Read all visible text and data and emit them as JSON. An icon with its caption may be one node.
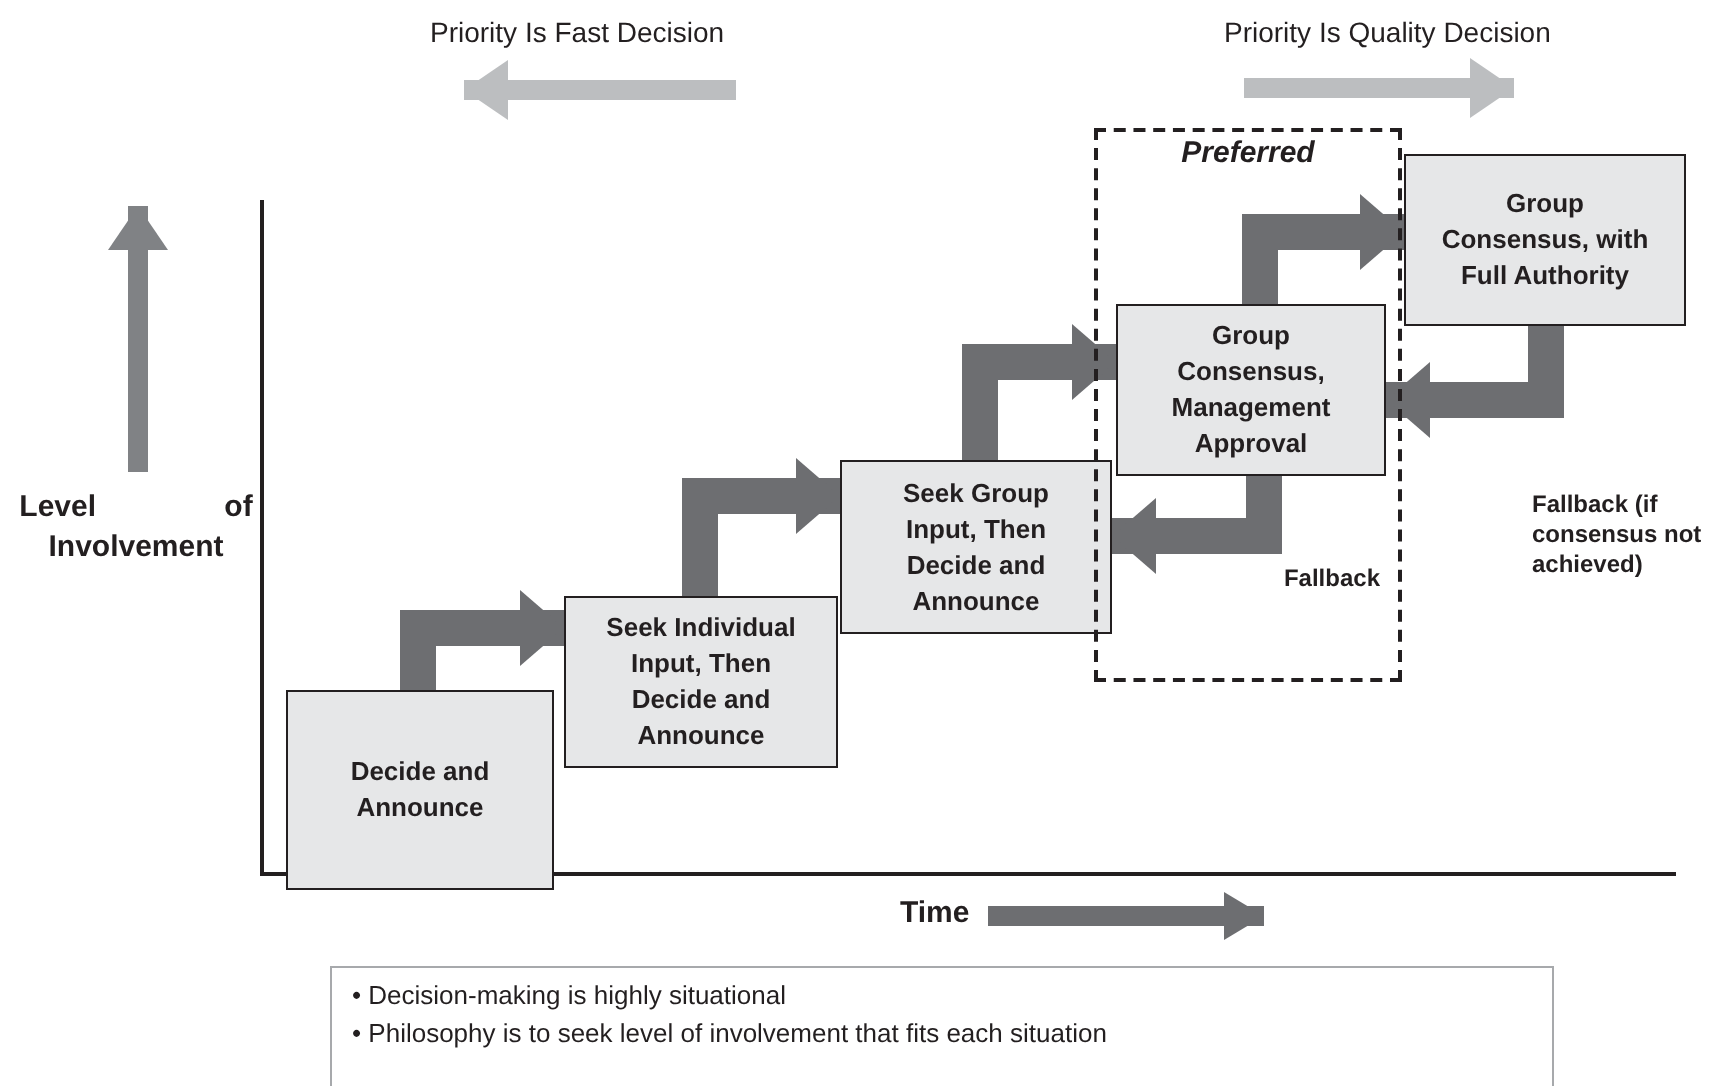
{
  "diagram": {
    "nodes": [
      {
        "text": [
          "Decide and Announce"
        ]
      },
      {
        "text": [
          "Seek Individual Input, Then Decide and Announce"
        ]
      },
      {
        "text": [
          "Seek Group Input, Then Decide and Announce"
        ]
      },
      {
        "text": [
          "Preferred"
        ]
      },
      {
        "text": [
          "Group Consensus, Management Approval"
        ],
        "in": 3
      },
      {
        "text": [
          "Group Consensus, with Full Authority"
        ]
      },
      {
        "text": [
          "• Decision-making is highly situational",
          "• Philosophy is to seek level of involvement that fits each situation"
        ]
      }
    ],
    "edges": [
      {
        "from": 0,
        "to": 1,
        "arrow": "to"
      },
      {
        "from": 1,
        "to": 2,
        "arrow": "to"
      },
      {
        "from": 2,
        "to": 4,
        "arrow": "to"
      },
      {
        "from": 4,
        "to": 5,
        "arrow": "to"
      },
      {
        "from": 5,
        "to": 4,
        "arrow": "to",
        "label": "Fallback (if consensus not achieved)"
      },
      {
        "from": 4,
        "to": 2,
        "arrow": "to",
        "label": "Fallback"
      }
    ],
    "labels": [
      "Priority Is Fast Decision",
      "Priority Is Quality Decision",
      "Level of Involvement",
      "Time"
    ]
  }
}
